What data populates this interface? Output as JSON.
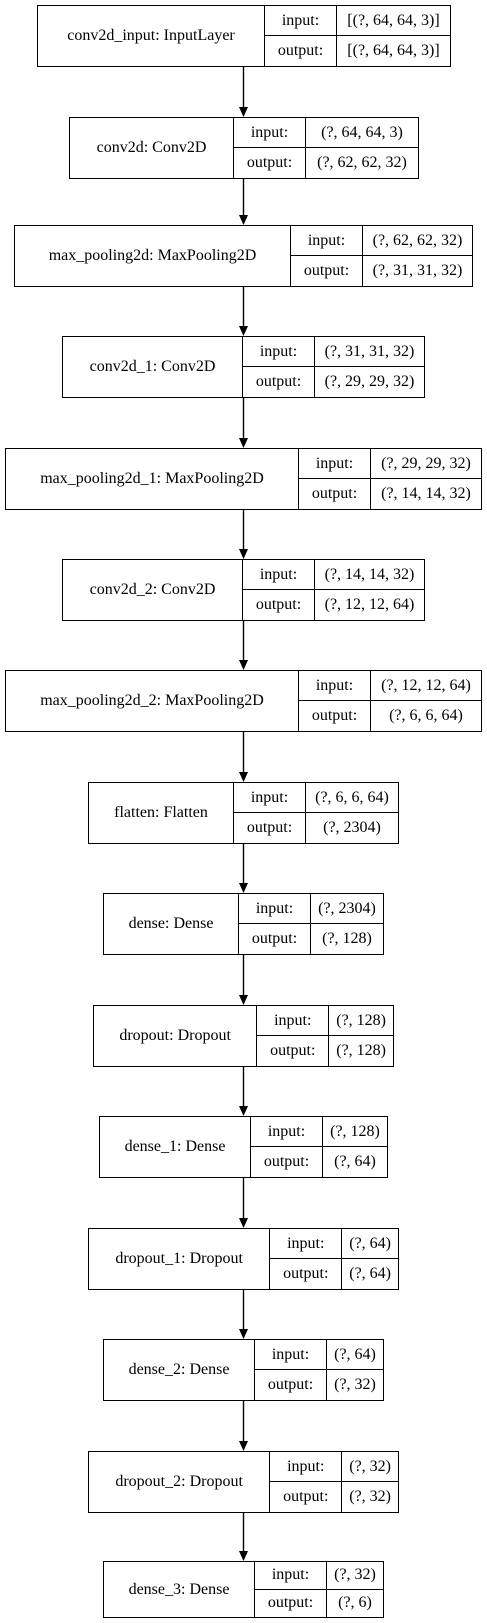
{
  "diagram": {
    "input_label": "input:",
    "output_label": "output:",
    "layers": [
      {
        "name": "conv2d_input: InputLayer",
        "input": "[(?, 64, 64, 3)]",
        "output": "[(?, 64, 64, 3)]"
      },
      {
        "name": "conv2d: Conv2D",
        "input": "(?, 64, 64, 3)",
        "output": "(?, 62, 62, 32)"
      },
      {
        "name": "max_pooling2d: MaxPooling2D",
        "input": "(?, 62, 62, 32)",
        "output": "(?, 31, 31, 32)"
      },
      {
        "name": "conv2d_1: Conv2D",
        "input": "(?, 31, 31, 32)",
        "output": "(?, 29, 29, 32)"
      },
      {
        "name": "max_pooling2d_1: MaxPooling2D",
        "input": "(?, 29, 29, 32)",
        "output": "(?, 14, 14, 32)"
      },
      {
        "name": "conv2d_2: Conv2D",
        "input": "(?, 14, 14, 32)",
        "output": "(?, 12, 12, 64)"
      },
      {
        "name": "max_pooling2d_2: MaxPooling2D",
        "input": "(?, 12, 12, 64)",
        "output": "(?, 6, 6, 64)"
      },
      {
        "name": "flatten: Flatten",
        "input": "(?, 6, 6, 64)",
        "output": "(?, 2304)"
      },
      {
        "name": "dense: Dense",
        "input": "(?, 2304)",
        "output": "(?, 128)"
      },
      {
        "name": "dropout: Dropout",
        "input": "(?, 128)",
        "output": "(?, 128)"
      },
      {
        "name": "dense_1: Dense",
        "input": "(?, 128)",
        "output": "(?, 64)"
      },
      {
        "name": "dropout_1: Dropout",
        "input": "(?, 64)",
        "output": "(?, 64)"
      },
      {
        "name": "dense_2: Dense",
        "input": "(?, 64)",
        "output": "(?, 32)"
      },
      {
        "name": "dropout_2: Dropout",
        "input": "(?, 32)",
        "output": "(?, 32)"
      },
      {
        "name": "dense_3: Dense",
        "input": "(?, 32)",
        "output": "(?, 6)"
      }
    ]
  }
}
